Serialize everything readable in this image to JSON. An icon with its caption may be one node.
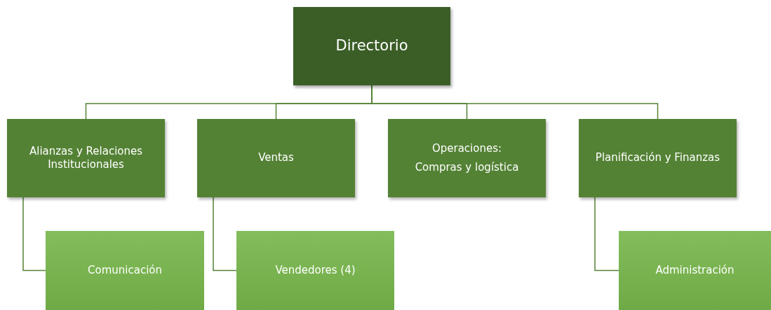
{
  "diagram": {
    "nodes": [
      {
        "text": [
          "Directorio"
        ]
      },
      {
        "text": [
          "Alianzas y Relaciones Institucionales"
        ]
      },
      {
        "text": [
          "Ventas"
        ]
      },
      {
        "text": [
          "Operaciones:",
          "Compras y logística"
        ]
      },
      {
        "text": [
          "Planificación y Finanzas"
        ]
      },
      {
        "text": [
          "Comunicación"
        ]
      },
      {
        "text": [
          "Vendedores (4)"
        ]
      },
      {
        "text": [
          "Administración"
        ]
      }
    ],
    "edges": [
      {
        "from": 0,
        "to": 1,
        "arrow": "none"
      },
      {
        "from": 0,
        "to": 2,
        "arrow": "none"
      },
      {
        "from": 0,
        "to": 3,
        "arrow": "none"
      },
      {
        "from": 0,
        "to": 4,
        "arrow": "none"
      },
      {
        "from": 1,
        "to": 5,
        "arrow": "none"
      },
      {
        "from": 2,
        "to": 6,
        "arrow": "none"
      },
      {
        "from": 4,
        "to": 7,
        "arrow": "none"
      }
    ]
  }
}
